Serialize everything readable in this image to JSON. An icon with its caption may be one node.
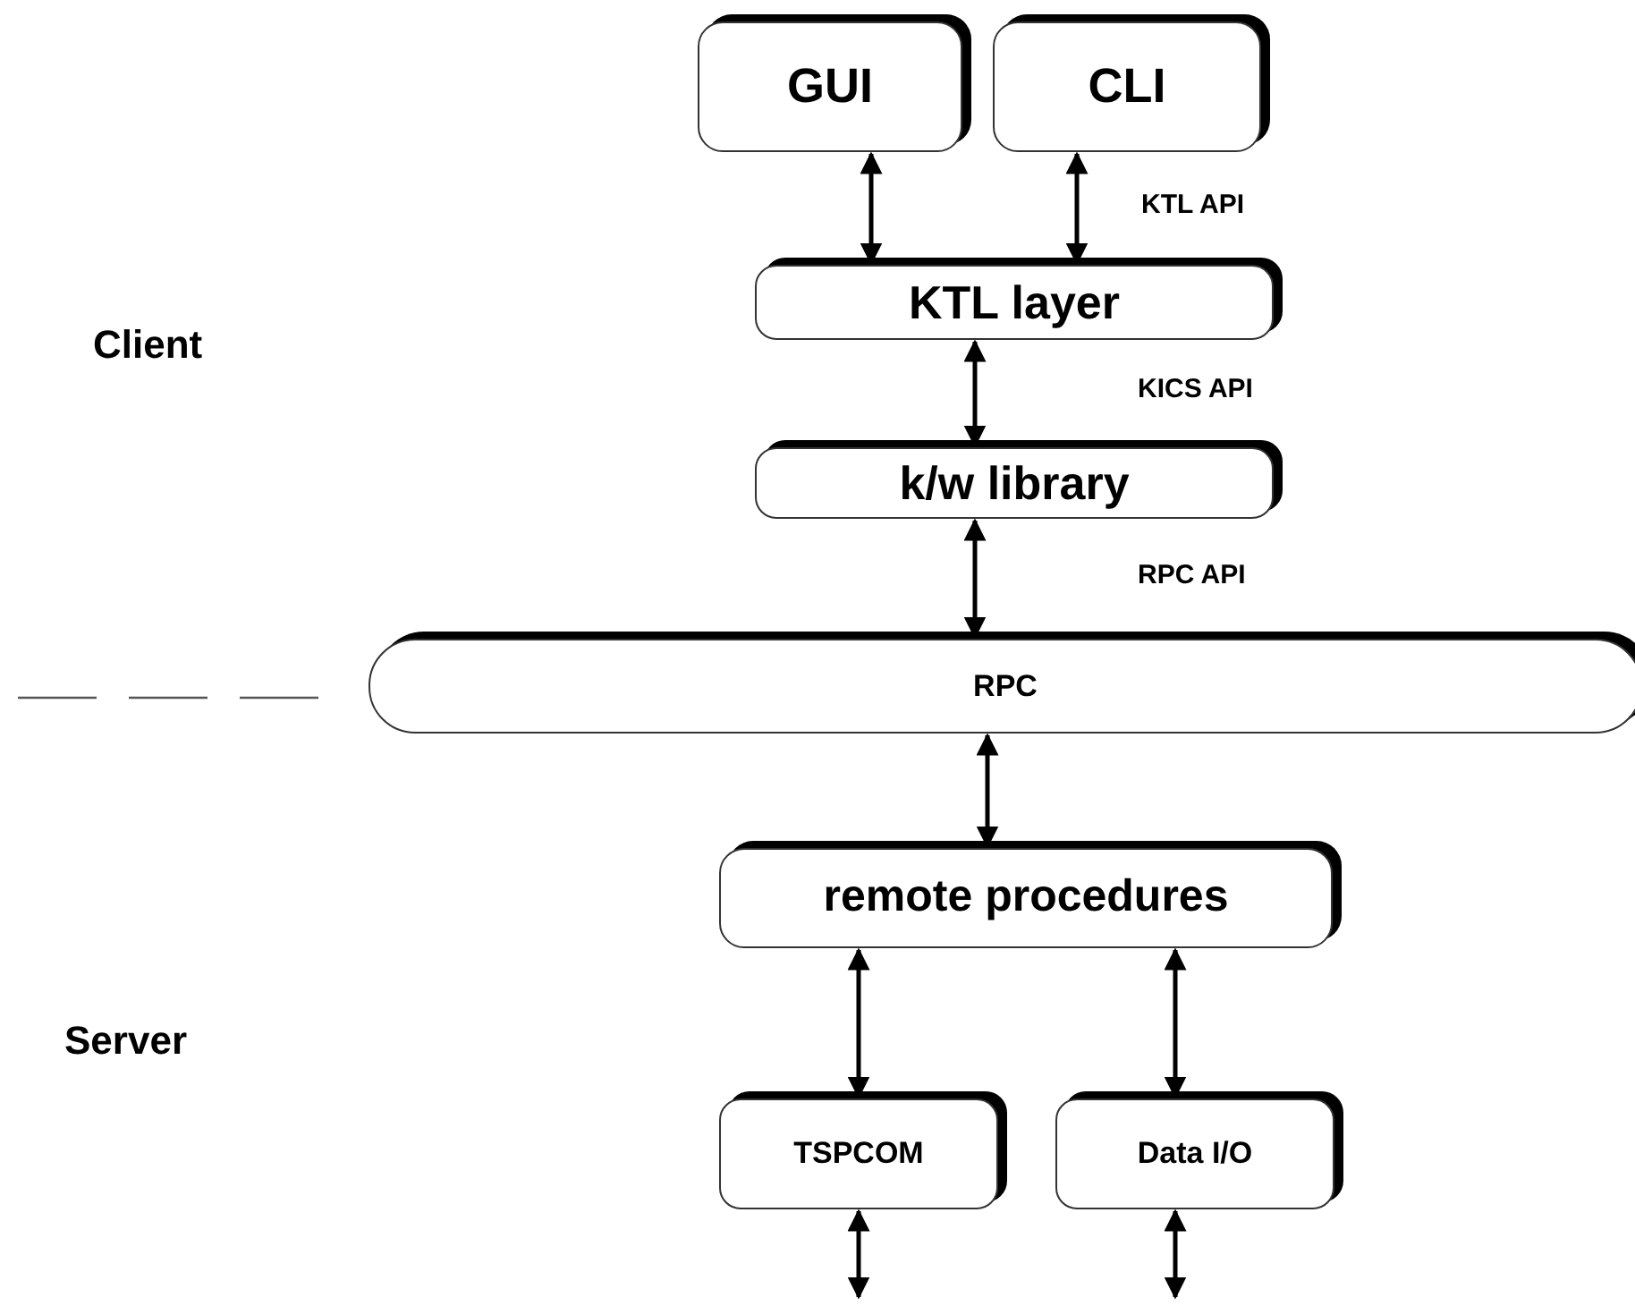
{
  "diagram": {
    "nodes": [
      {
        "text": [
          "GUI"
        ]
      },
      {
        "text": [
          "CLI"
        ]
      },
      {
        "text": [
          "KTL layer"
        ]
      },
      {
        "text": [
          "k/w library"
        ]
      },
      {
        "text": [
          "RPC"
        ]
      },
      {
        "text": [
          "remote procedures"
        ]
      },
      {
        "text": [
          "TSPCOM"
        ]
      },
      {
        "text": [
          "Data I/O"
        ]
      }
    ],
    "edges": [
      {
        "from": 0,
        "to": 2,
        "arrow": "both"
      },
      {
        "from": 1,
        "to": 2,
        "arrow": "both"
      },
      {
        "from": 2,
        "to": 3,
        "arrow": "both"
      },
      {
        "from": 3,
        "to": 4,
        "arrow": "both"
      },
      {
        "from": 4,
        "to": 5,
        "arrow": "both"
      },
      {
        "from": 5,
        "to": 6,
        "arrow": "both"
      },
      {
        "from": 5,
        "to": 7,
        "arrow": "both"
      },
      {
        "from": 6,
        "to": null,
        "arrow": "both"
      },
      {
        "from": 7,
        "to": null,
        "arrow": "both"
      }
    ],
    "labels": [
      "KTL API",
      "Client",
      "KICS API",
      "RPC API",
      "Server"
    ]
  }
}
